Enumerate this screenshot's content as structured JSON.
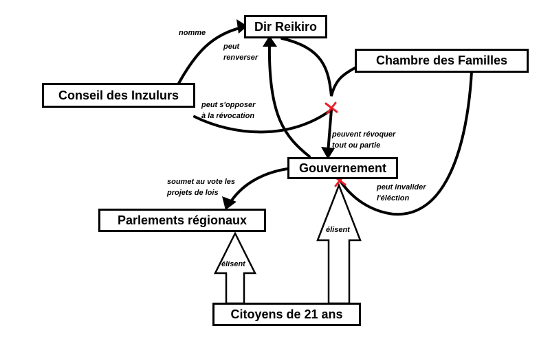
{
  "nodes": {
    "dir_reikiro": "Dir Reikiro",
    "chambre_familles": "Chambre des Familles",
    "conseil_inzulurs": "Conseil des Inzulurs",
    "gouvernement": "Gouvernement",
    "parlements_regionaux": "Parlements régionaux",
    "citoyens": "Citoyens de 21 ans"
  },
  "edges": {
    "nomme": "nomme",
    "peut_renverser": [
      "peut",
      "renverser"
    ],
    "peut_sopposer": [
      "peut s'opposer",
      "à la révocation"
    ],
    "peuvent_revoquer": [
      "peuvent révoquer",
      "tout ou partie"
    ],
    "soumet": [
      "soumet au vote les",
      "projets de lois"
    ],
    "peut_invalider": [
      "peut invalider",
      "l'éléction"
    ],
    "elisent_parlements": "élisent",
    "elisent_gouvernement": "élisent"
  },
  "colors": {
    "ink": "#000000",
    "veto_mark": "#e8202a"
  }
}
